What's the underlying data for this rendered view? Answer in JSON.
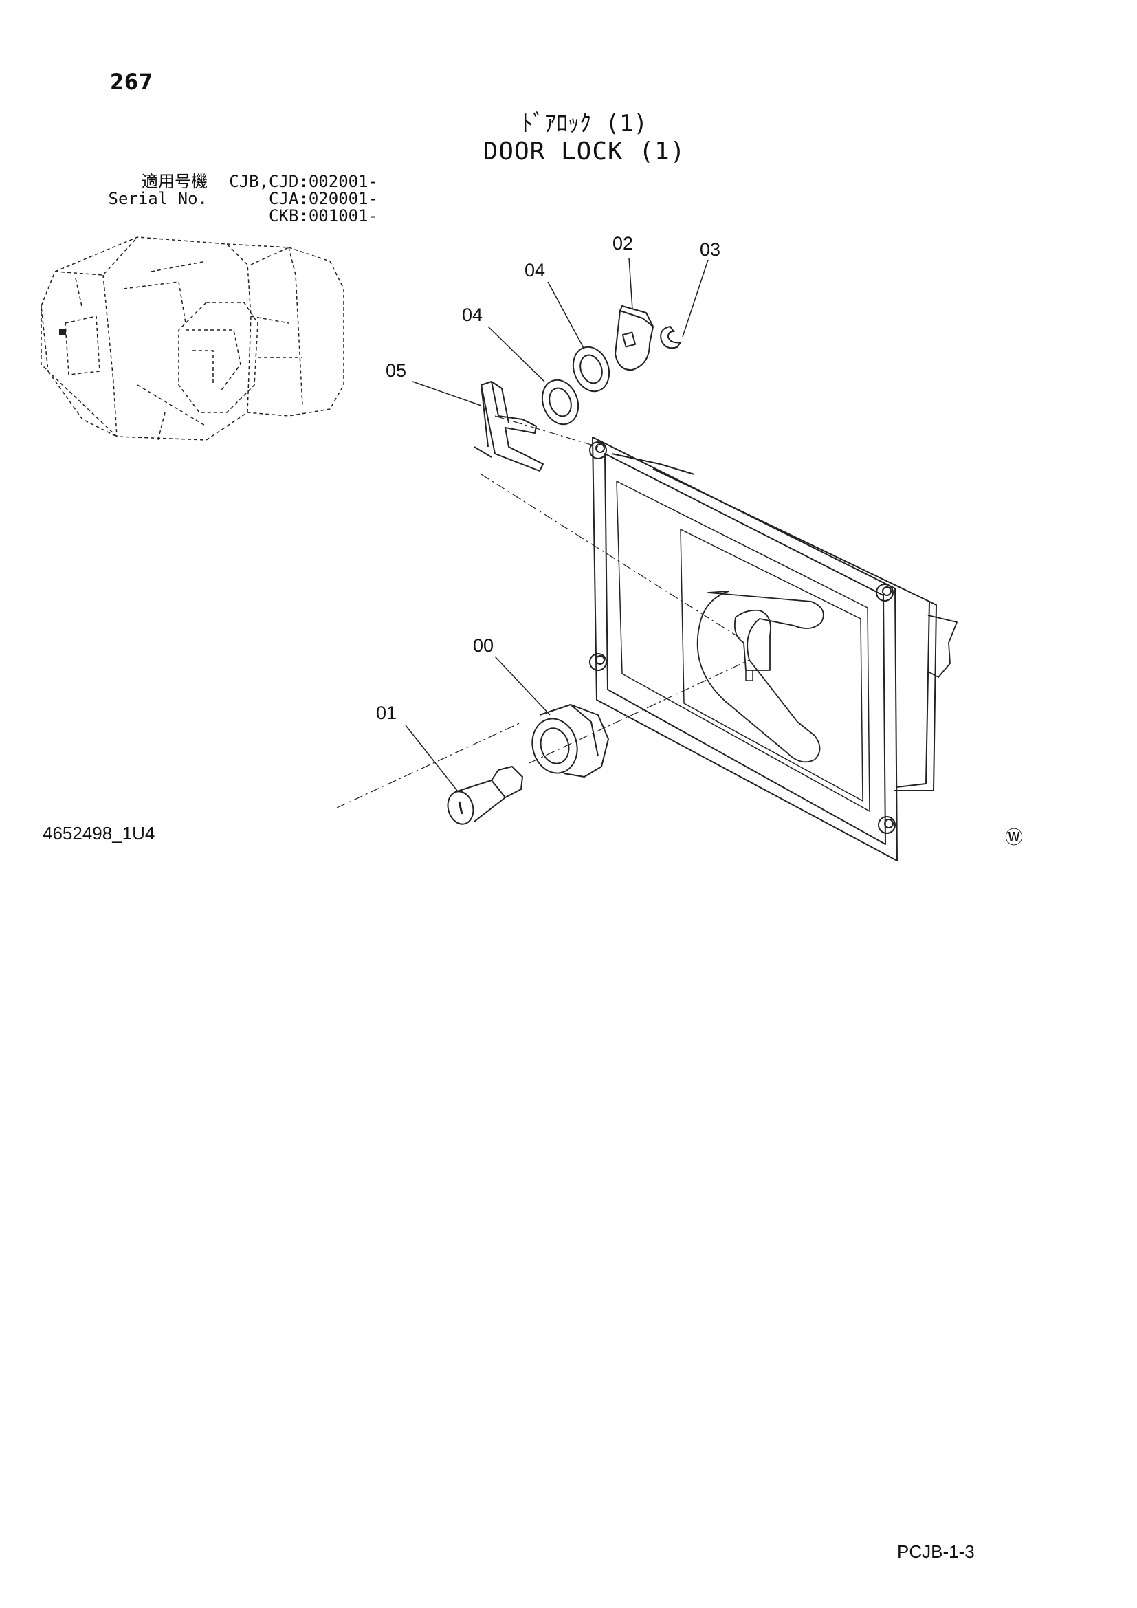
{
  "page_number": "267",
  "title_ja": "ﾄﾞｱﾛｯｸ (1)",
  "title_en": "DOOR LOCK (1)",
  "serial": {
    "label_ja": "適用号機",
    "label_en": "Serial No.",
    "values": [
      "CJB,CJD:002001-",
      "CJA:020001-",
      "CKB:001001-"
    ]
  },
  "callouts": [
    "00",
    "01",
    "02",
    "03",
    "04",
    "04",
    "05"
  ],
  "part_number": "4652498_1U4",
  "watermark_symbol": "Ⓦ",
  "page_code": "PCJB-1-3"
}
